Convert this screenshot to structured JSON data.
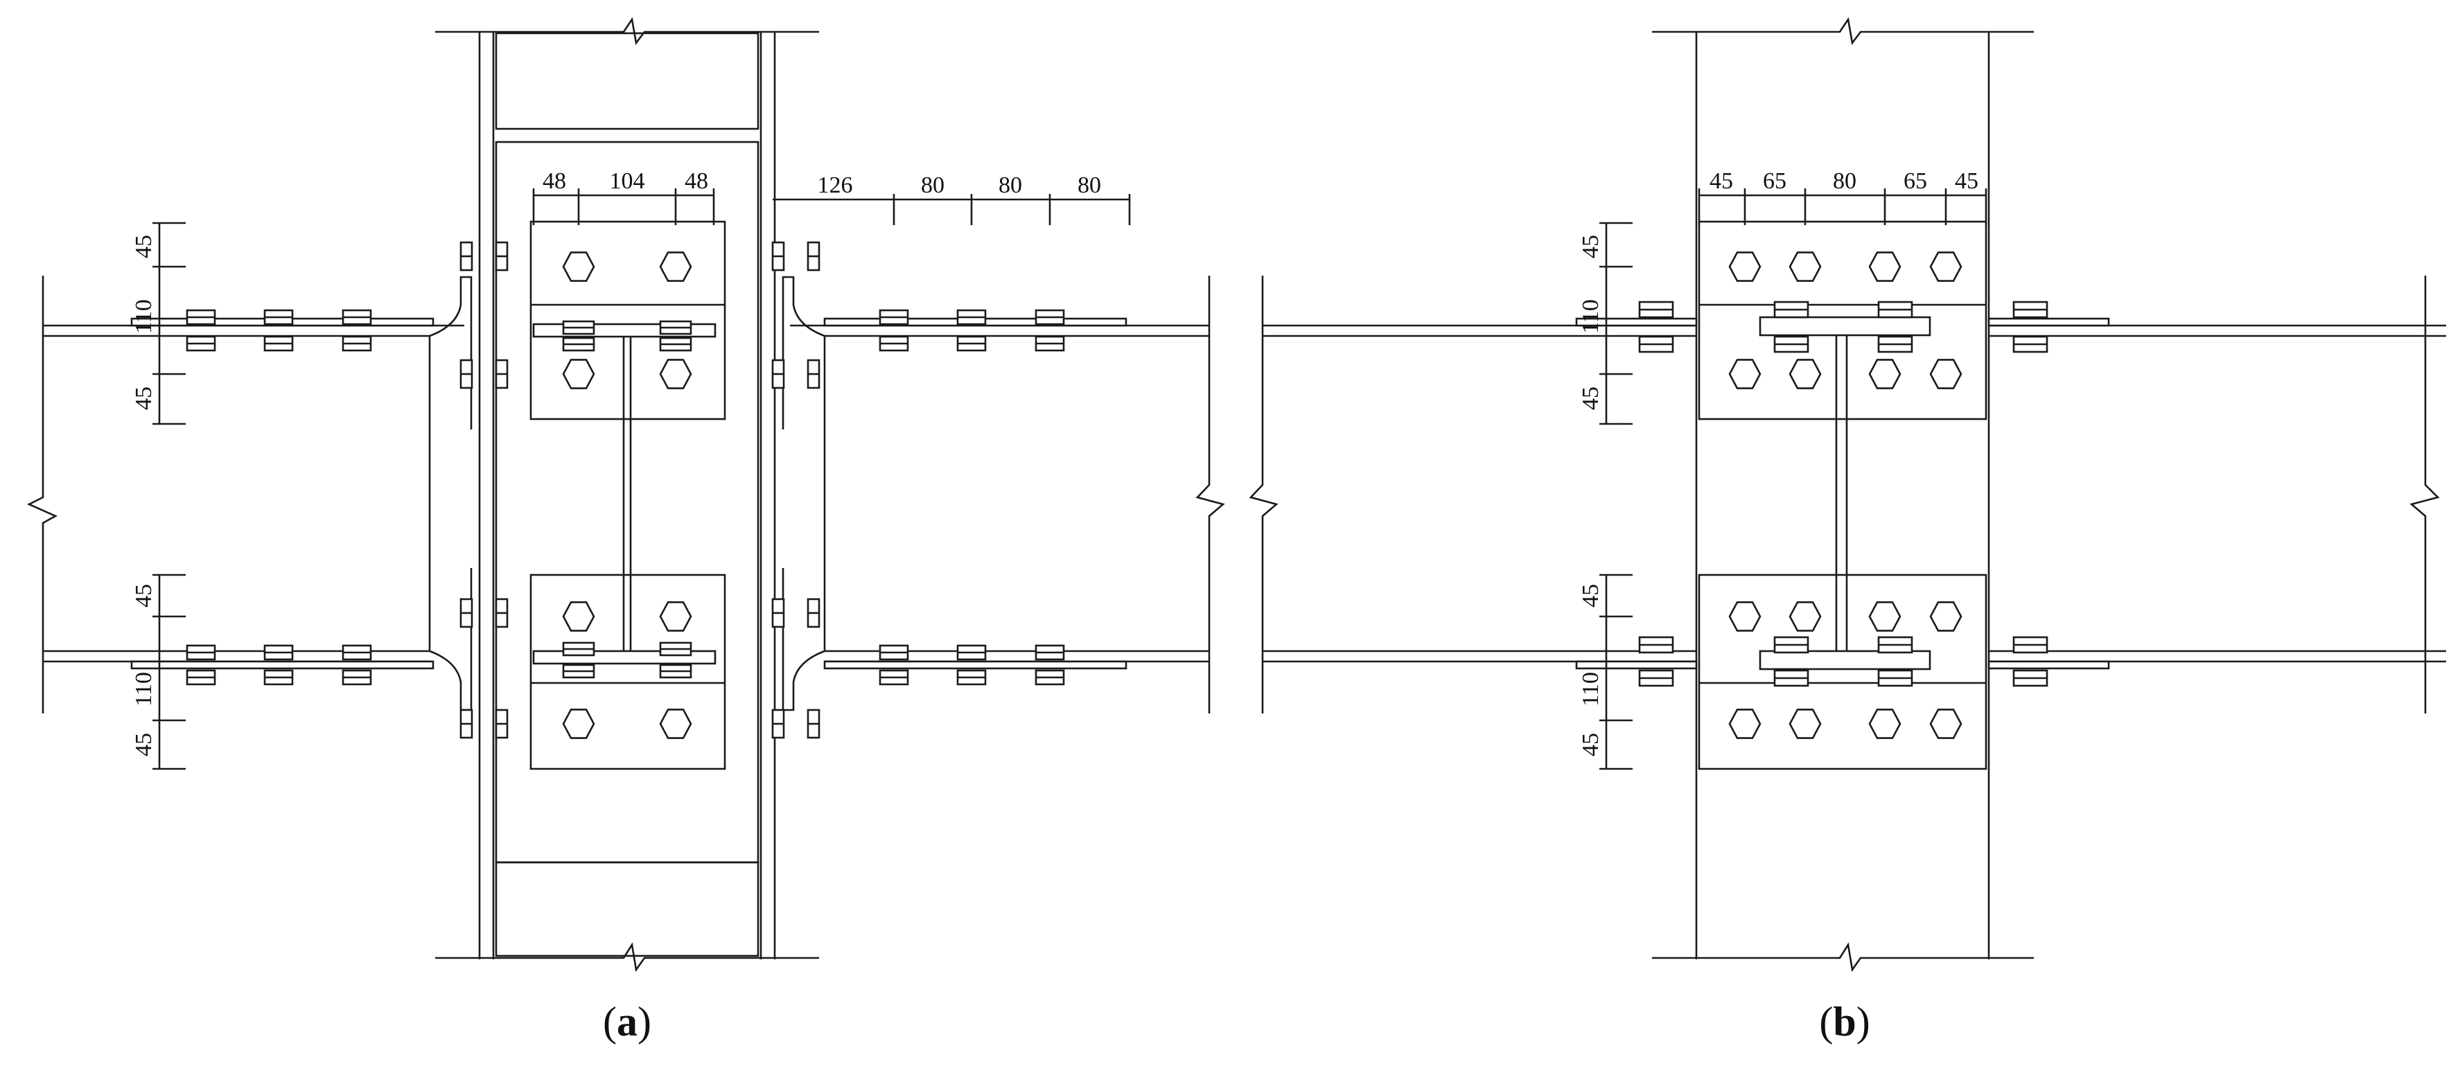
{
  "panels": {
    "a": {
      "caption_open": "(",
      "caption_letter": "a",
      "caption_close": ")",
      "top_dims": [
        "48",
        "104",
        "48"
      ],
      "right_dims": [
        "126",
        "80",
        "80",
        "80"
      ],
      "left_upper_dims": [
        "110",
        "45",
        "45"
      ],
      "left_lower_dims": [
        "45",
        "45",
        "110"
      ]
    },
    "b": {
      "caption_open": "(",
      "caption_letter": "b",
      "caption_close": ")",
      "top_dims": [
        "45",
        "65",
        "80",
        "65",
        "45"
      ],
      "left_upper_dims": [
        "110",
        "45",
        "45"
      ],
      "left_lower_dims": [
        "45",
        "45",
        "110"
      ]
    }
  },
  "colors": {
    "line": "#1a1a1a",
    "background": "#ffffff"
  },
  "icons": {
    "bolt_head": "hexagon",
    "bolt_side": "rect-nut"
  }
}
